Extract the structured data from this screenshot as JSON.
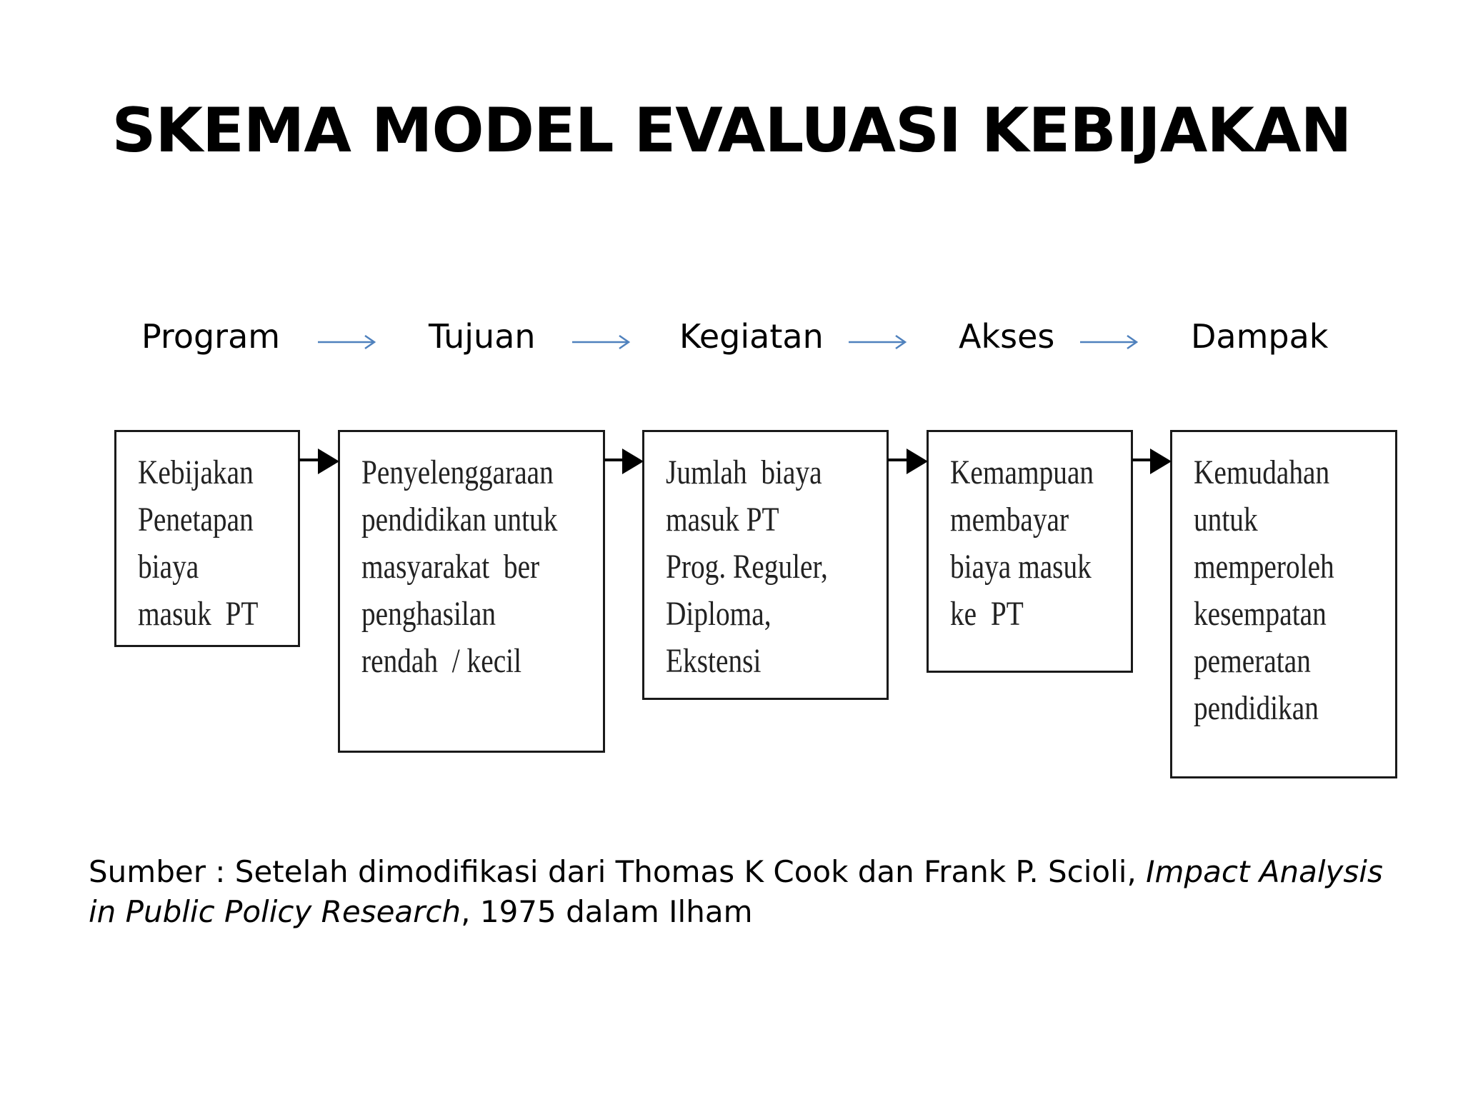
{
  "title": "SKEMA MODEL EVALUASI KEBIJAKAN",
  "stages": [
    {
      "label": "Program"
    },
    {
      "label": "Tujuan"
    },
    {
      "label": "Kegiatan"
    },
    {
      "label": "Akses"
    },
    {
      "label": "Dampak"
    }
  ],
  "boxes": [
    {
      "text": "Kebijakan\nPenetapan\nbiaya\nmasuk  PT"
    },
    {
      "text": "Penyelenggaraan\npendidikan untuk\nmasyarakat  ber\npenghasilan\nrendah  / kecil"
    },
    {
      "text": "Jumlah  biaya\nmasuk PT\nProg. Reguler,\nDiploma,\nEkstensi"
    },
    {
      "text": "Kemampuan\nmembayar\nbiaya masuk\nke  PT"
    },
    {
      "text": "Kemudahan\nuntuk\nmemperoleh\nkesempatan\npemeratan\npendidikan"
    }
  ],
  "source": {
    "prefix": "Sumber : Setelah dimodifikasi dari Thomas K Cook dan Frank P. Scioli, ",
    "italic": "Impact Analysis in Public Policy Research",
    "suffix": ", 1975 dalam Ilham"
  },
  "colors": {
    "flow_arrow": "#4f81bd",
    "box_border": "#1a1a1a"
  }
}
